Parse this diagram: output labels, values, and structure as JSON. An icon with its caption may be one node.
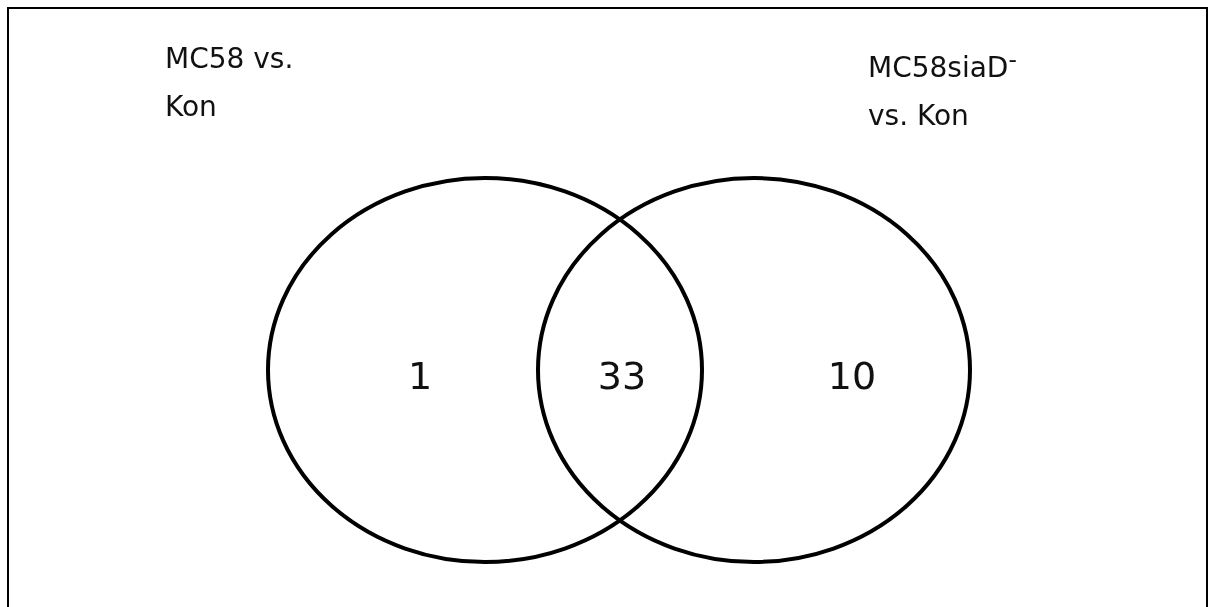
{
  "diagram": {
    "nodes": [
      {
        "text": [
          "MC58 vs. Kon",
          "1"
        ]
      },
      {
        "text": [
          "MC58siaD$^{-}$ vs. Kon",
          "10"
        ]
      }
    ],
    "labels": [
      "33"
    ]
  }
}
